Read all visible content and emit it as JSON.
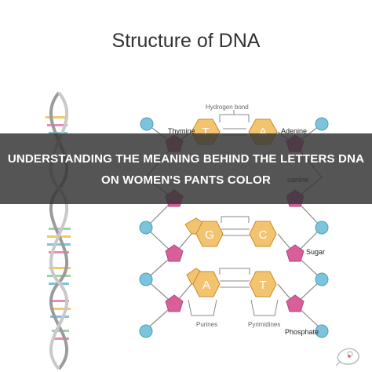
{
  "title": "Structure of DNA",
  "banner": {
    "line1": "UNDERSTANDING THE MEANING BEHIND THE LETTERS DNA",
    "line2": "ON WOMEN'S PANTS COLOR"
  },
  "labels": {
    "hydrogen_bond": "Hydrogen bond",
    "thymine": "Thymine",
    "adenine": "Adenine",
    "guanine": "uanine",
    "sugar": "Sugar",
    "purines": "Purines",
    "pyrimidines": "Pyrimidines",
    "phosphate": "Phosphate"
  },
  "base_pairs": [
    {
      "left": "T",
      "right": "A"
    },
    {
      "left": "G",
      "right": "C"
    },
    {
      "left": "A",
      "right": "T"
    }
  ],
  "colors": {
    "phosphate": "#7cc4dc",
    "sugar": "#d95f9a",
    "base": "#f2c46f",
    "base_letter": "#ffffff",
    "banner": "#343434",
    "helix_strand": "#a9a9a9"
  }
}
